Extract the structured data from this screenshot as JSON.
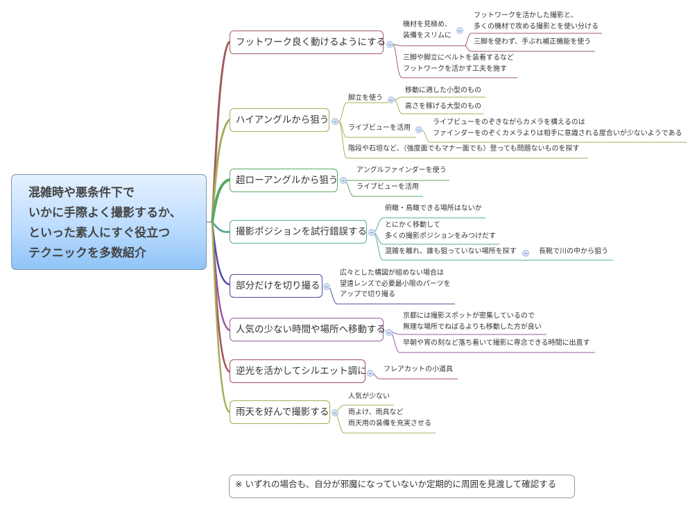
{
  "root": {
    "lines": [
      "混雑時や悪条件下で",
      "いかに手際よく撮影するか、",
      "といった素人にすぐ役立つ",
      "テクニックを多数紹介"
    ]
  },
  "colors": {
    "branch_1": "#a05a5e",
    "branch_2": "#a8ab5a",
    "branch_3": "#5aa863",
    "branch_4": "#5aa8a0",
    "branch_5": "#4a4aa0",
    "branch_6": "#9a5aa0",
    "branch_7": "#a0505a",
    "branch_8": "#a8ab5a",
    "root_fill_top": "#e5f1ff",
    "root_fill_bottom": "#8fc4f7"
  },
  "branches": [
    {
      "label": "フットワーク良く動けるようにする",
      "children": [
        {
          "lines": [
            "機材を見極め、",
            "装備をスリムに"
          ],
          "children": [
            {
              "lines": [
                "フットワークを活かした撮影と、",
                "多くの機材で攻める撮影とを使い分ける"
              ]
            },
            {
              "lines": [
                "三脚を使わず、手ぶれ補正機能を使う"
              ]
            }
          ]
        },
        {
          "lines": [
            "三脚や脚立にベルトを装着するなど",
            "フットワークを活かす工夫を施す"
          ]
        }
      ]
    },
    {
      "label": "ハイアングルから狙う",
      "children": [
        {
          "lines": [
            "脚立を使う"
          ],
          "children": [
            {
              "lines": [
                "移動に適した小型のもの"
              ]
            },
            {
              "lines": [
                "高さを稼げる大型のもの"
              ]
            }
          ]
        },
        {
          "lines": [
            "ライブビューを活用"
          ],
          "children": [
            {
              "lines": [
                "ライブビューをのぞきながらカメラを構えるのは",
                "ファインダーをのぞくカメラよりは相手に意識される度合いが少ないようである"
              ]
            }
          ]
        },
        {
          "lines": [
            "階段や石垣など、（強度面でもマナー面でも）登っても問題ないものを探す"
          ]
        }
      ]
    },
    {
      "label": "超ローアングルから狙う",
      "children": [
        {
          "lines": [
            "アングルファインダーを使う"
          ]
        },
        {
          "lines": [
            "ライブビューを活用"
          ]
        }
      ]
    },
    {
      "label": "撮影ポジションを試行錯誤する",
      "children": [
        {
          "lines": [
            "俯瞰・鳥瞰できる場所はないか"
          ]
        },
        {
          "lines": [
            "とにかく移動して",
            "多くの撮影ポジションをみつけだす"
          ]
        },
        {
          "lines": [
            "混雑を離れ、誰も狙っていない場所を探す"
          ],
          "children": [
            {
              "lines": [
                "長靴で川の中から狙う"
              ]
            }
          ]
        }
      ]
    },
    {
      "label": "部分だけを切り撮る",
      "children": [
        {
          "lines": [
            "広々とした構図が組めない場合は",
            "望遠レンズで必要最小限のパーツを",
            "アップで切り撮る"
          ]
        }
      ]
    },
    {
      "label": "人気の少ない時間や場所へ移動する",
      "children": [
        {
          "lines": [
            "京都には撮影スポットが密集しているので",
            "無理な場所でねばるよりも移動した方が良い"
          ]
        },
        {
          "lines": [
            "早朝や宵の刻など落ち着いて撮影に専念できる時間に出直す"
          ]
        }
      ]
    },
    {
      "label": "逆光を活かしてシルエット調に",
      "children": [
        {
          "lines": [
            "フレアカットの小道具"
          ]
        }
      ]
    },
    {
      "label": "雨天を好んで撮影する",
      "children": [
        {
          "lines": [
            "人気が少ない"
          ]
        },
        {
          "lines": [
            "雨よけ、雨具など",
            "雨天用の装備を充実させる"
          ]
        }
      ]
    }
  ],
  "note": {
    "text": "※ いずれの場合も、自分が邪魔になっていないか定期的に周囲を見渡して確認する"
  }
}
